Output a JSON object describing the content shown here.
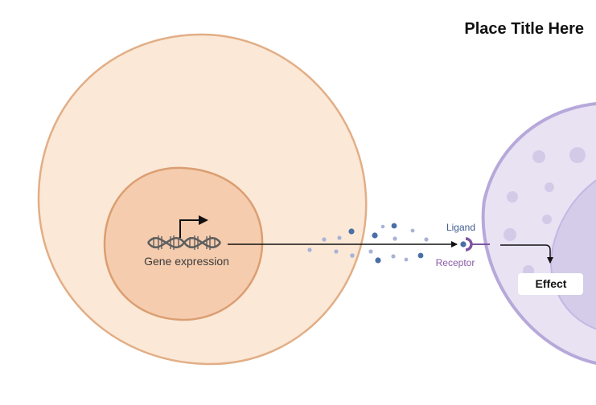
{
  "title": "Place Title Here",
  "gene_label": "Gene expression",
  "ligand_label": "Ligand",
  "receptor_label": "Receptor",
  "effect_label": "Effect",
  "colors": {
    "sender_cell_fill": "#FBE8D6",
    "sender_cell_stroke": "#E2AE86",
    "nucleus_fill": "#F5CCAE",
    "nucleus_stroke": "#DB9E72",
    "dna_color": "#5E5E5E",
    "arrow_color": "#111111",
    "ligand_dark": "#4A6FA5",
    "ligand_light": "#A9B3D6",
    "receptor_color": "#7E56A0",
    "target_cell_fill": "#E8E2F3",
    "target_cell_stroke": "#B7A8DA",
    "target_nucleus_fill": "#D5CCEA",
    "target_dots": "#D3CAE8"
  }
}
